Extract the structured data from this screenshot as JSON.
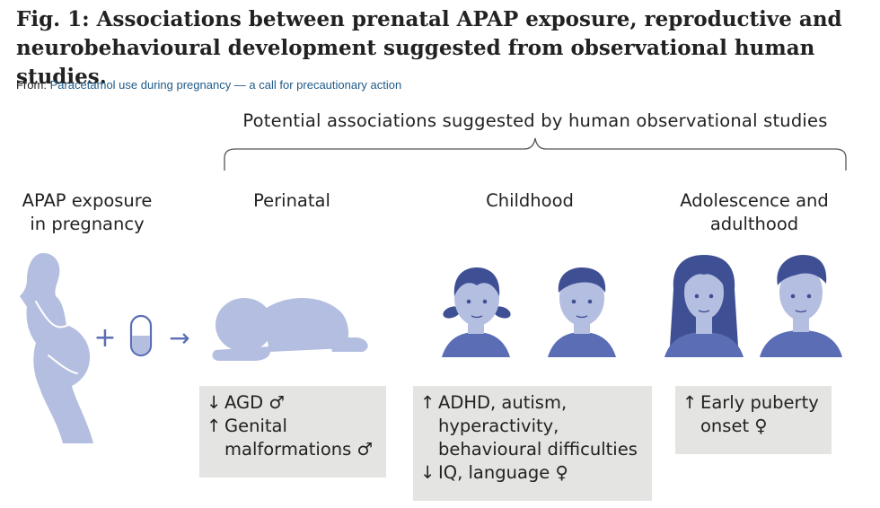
{
  "figure": {
    "title_line1": "Fig. 1: Associations between prenatal APAP exposure, reproductive and",
    "title_line2": "neurobehavioural development suggested from observational human studies.",
    "from_label": "From:",
    "from_link": "Paracetamol use during pregnancy — a call for precautionary action"
  },
  "bracket_label": "Potential associations suggested by human observational studies",
  "columns": {
    "exposure": {
      "line1": "APAP exposure",
      "line2": "in pregnancy"
    },
    "perinatal": {
      "line1": "Perinatal"
    },
    "childhood": {
      "line1": "Childhood"
    },
    "adolescence": {
      "line1": "Adolescence and",
      "line2": "adulthood"
    }
  },
  "operators": {
    "plus": "+",
    "arrow": "→"
  },
  "boxes": {
    "perinatal": {
      "l1_arrow": "↓",
      "l1_text": "AGD ♂",
      "l2_arrow": "↑",
      "l2_text": "Genital",
      "l3_text": "malformations ♂"
    },
    "childhood": {
      "l1_arrow": "↑",
      "l1_text": "ADHD, autism,",
      "l2_text": "hyperactivity,",
      "l3_text": "behavioural difficulties",
      "l4_arrow": "↓",
      "l4_text": "IQ, language ♀"
    },
    "adolescence": {
      "l1_arrow": "↑",
      "l1_text": "Early puberty",
      "l2_text": "onset ♀"
    }
  },
  "colors": {
    "figure_light": "#b4bee0",
    "figure_blue": "#5a6db5",
    "hair_dark": "#3f4f94",
    "box_bg": "#e4e4e2",
    "link": "#1f5b8a"
  }
}
